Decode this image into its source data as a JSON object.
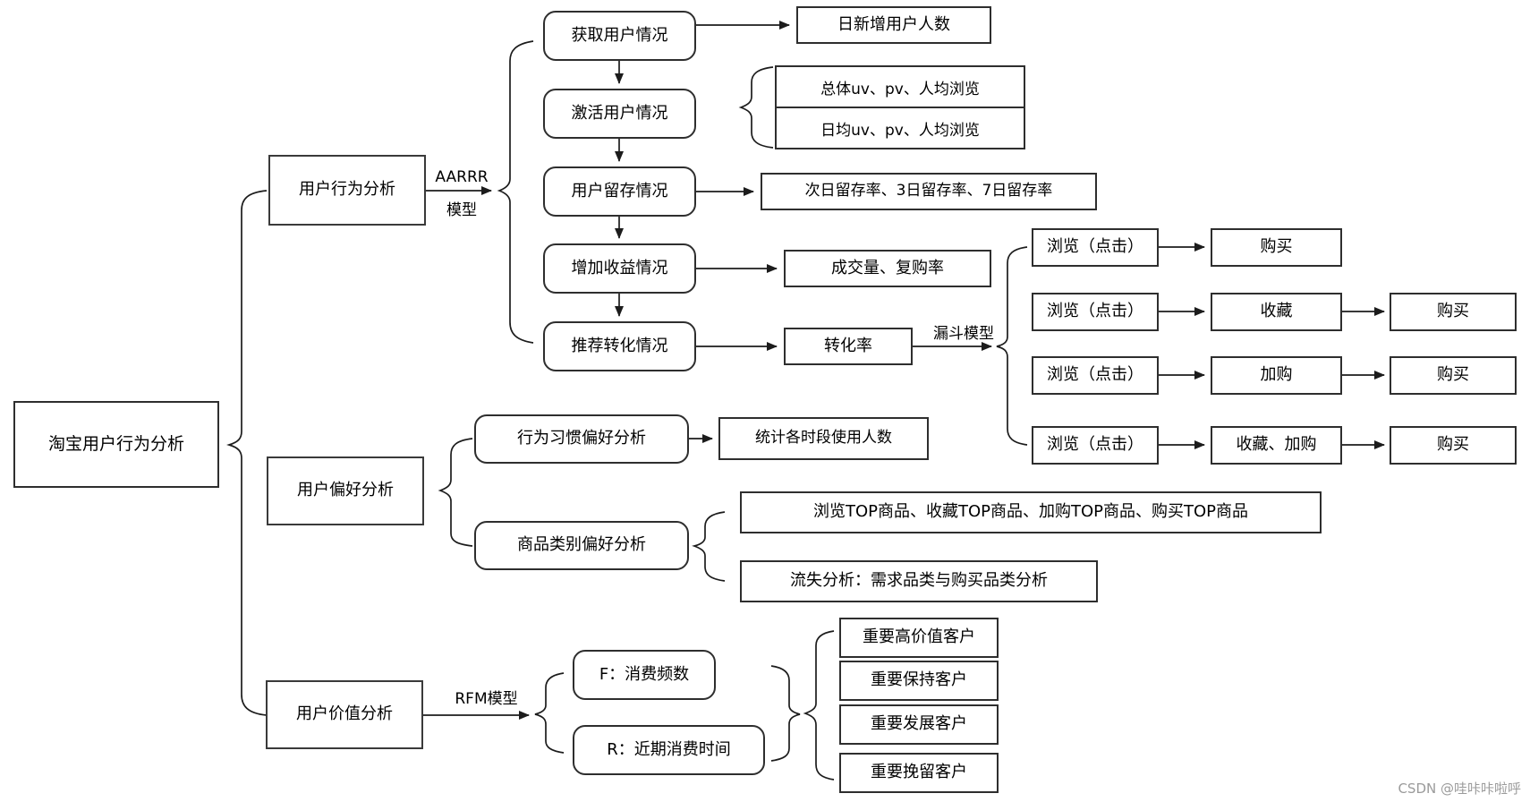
{
  "root": {
    "label": "淘宝用户行为分析"
  },
  "behavior_branch": {
    "label": "用户行为分析",
    "model_label": {
      "line1": "AARRR",
      "line2": "模型"
    },
    "stages": [
      {
        "label": "获取用户情况"
      },
      {
        "label": "激活用户情况"
      },
      {
        "label": "用户留存情况"
      },
      {
        "label": "增加收益情况"
      },
      {
        "label": "推荐转化情况"
      }
    ],
    "metrics": {
      "acquisition": "日新增用户人数",
      "activation": [
        "总体uv、pv、人均浏览",
        "日均uv、pv、人均浏览"
      ],
      "retention": "次日留存率、3日留存率、7日留存率",
      "revenue": "成交量、复购率",
      "conversion": "转化率"
    },
    "funnel": {
      "label": "漏斗模型",
      "paths": [
        {
          "step1": "浏览（点击）",
          "step2": "购买"
        },
        {
          "step1": "浏览（点击）",
          "step2": "收藏",
          "step3": "购买"
        },
        {
          "step1": "浏览（点击）",
          "step2": "加购",
          "step3": "购买"
        },
        {
          "step1": "浏览（点击）",
          "step2": "收藏、加购",
          "step3": "购买"
        }
      ]
    }
  },
  "preference_branch": {
    "label": "用户偏好分析",
    "habit": {
      "label": "行为习惯偏好分析",
      "metric": "统计各时段使用人数"
    },
    "category": {
      "label": "商品类别偏好分析",
      "metrics": [
        "浏览TOP商品、收藏TOP商品、加购TOP商品、购买TOP商品",
        "流失分析：需求品类与购买品类分析"
      ]
    }
  },
  "value_branch": {
    "label": "用户价值分析",
    "model_label": "RFM模型",
    "rfm": [
      {
        "label": "F：消费频数"
      },
      {
        "label": "R：近期消费时间"
      }
    ],
    "segments": [
      "重要高价值客户",
      "重要保持客户",
      "重要发展客户",
      "重要挽留客户"
    ]
  },
  "watermark": "CSDN @哇咔咔啦呼"
}
